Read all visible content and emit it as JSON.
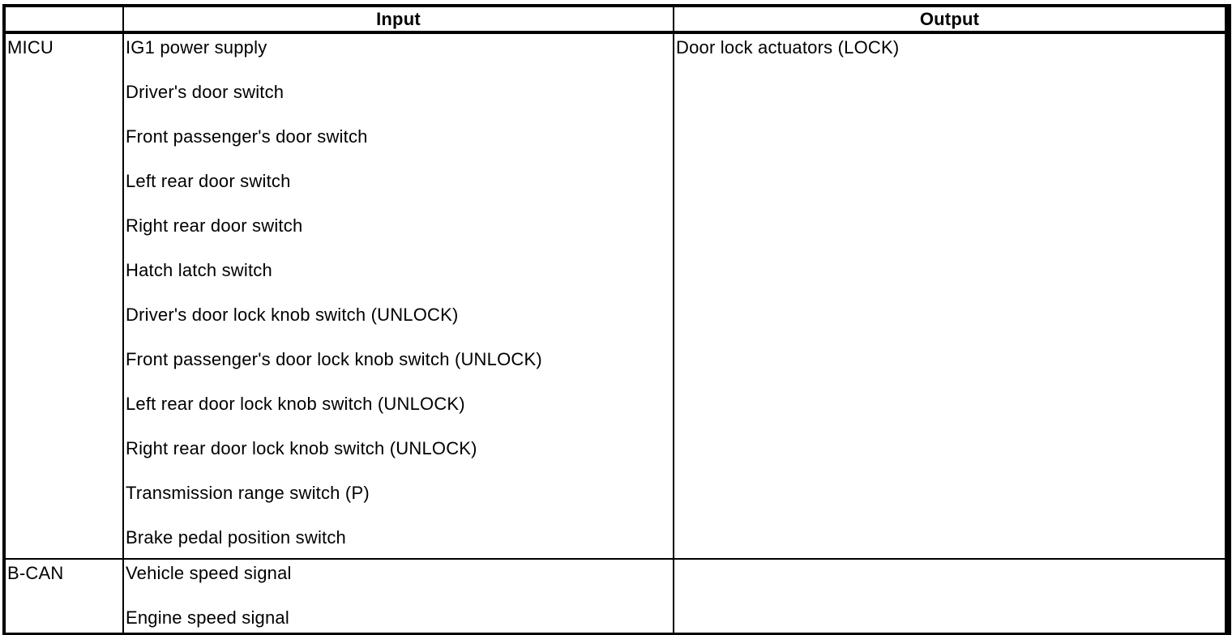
{
  "page": {
    "background_color": "#ffffff",
    "border_color": "#000000",
    "text_color": "#000000"
  },
  "table": {
    "columns": [
      {
        "key": "source",
        "label": ""
      },
      {
        "key": "input",
        "label": "Input"
      },
      {
        "key": "output",
        "label": "Output"
      }
    ],
    "rows": [
      {
        "source": "MICU",
        "inputs": [
          "IG1 power supply",
          "Driver's door switch",
          "Front passenger's door switch",
          "Left rear door switch",
          "Right rear door switch",
          "Hatch latch switch",
          "Driver's door lock knob switch (UNLOCK)",
          "Front passenger's door lock knob switch (UNLOCK)",
          "Left rear door lock knob switch (UNLOCK)",
          "Right rear door lock knob switch (UNLOCK)",
          "Transmission range switch (P)",
          "Brake pedal position switch"
        ],
        "outputs": [
          "Door lock actuators (LOCK)"
        ]
      },
      {
        "source": "B-CAN",
        "inputs": [
          "Vehicle speed signal",
          "Engine speed signal"
        ],
        "outputs": []
      }
    ]
  }
}
